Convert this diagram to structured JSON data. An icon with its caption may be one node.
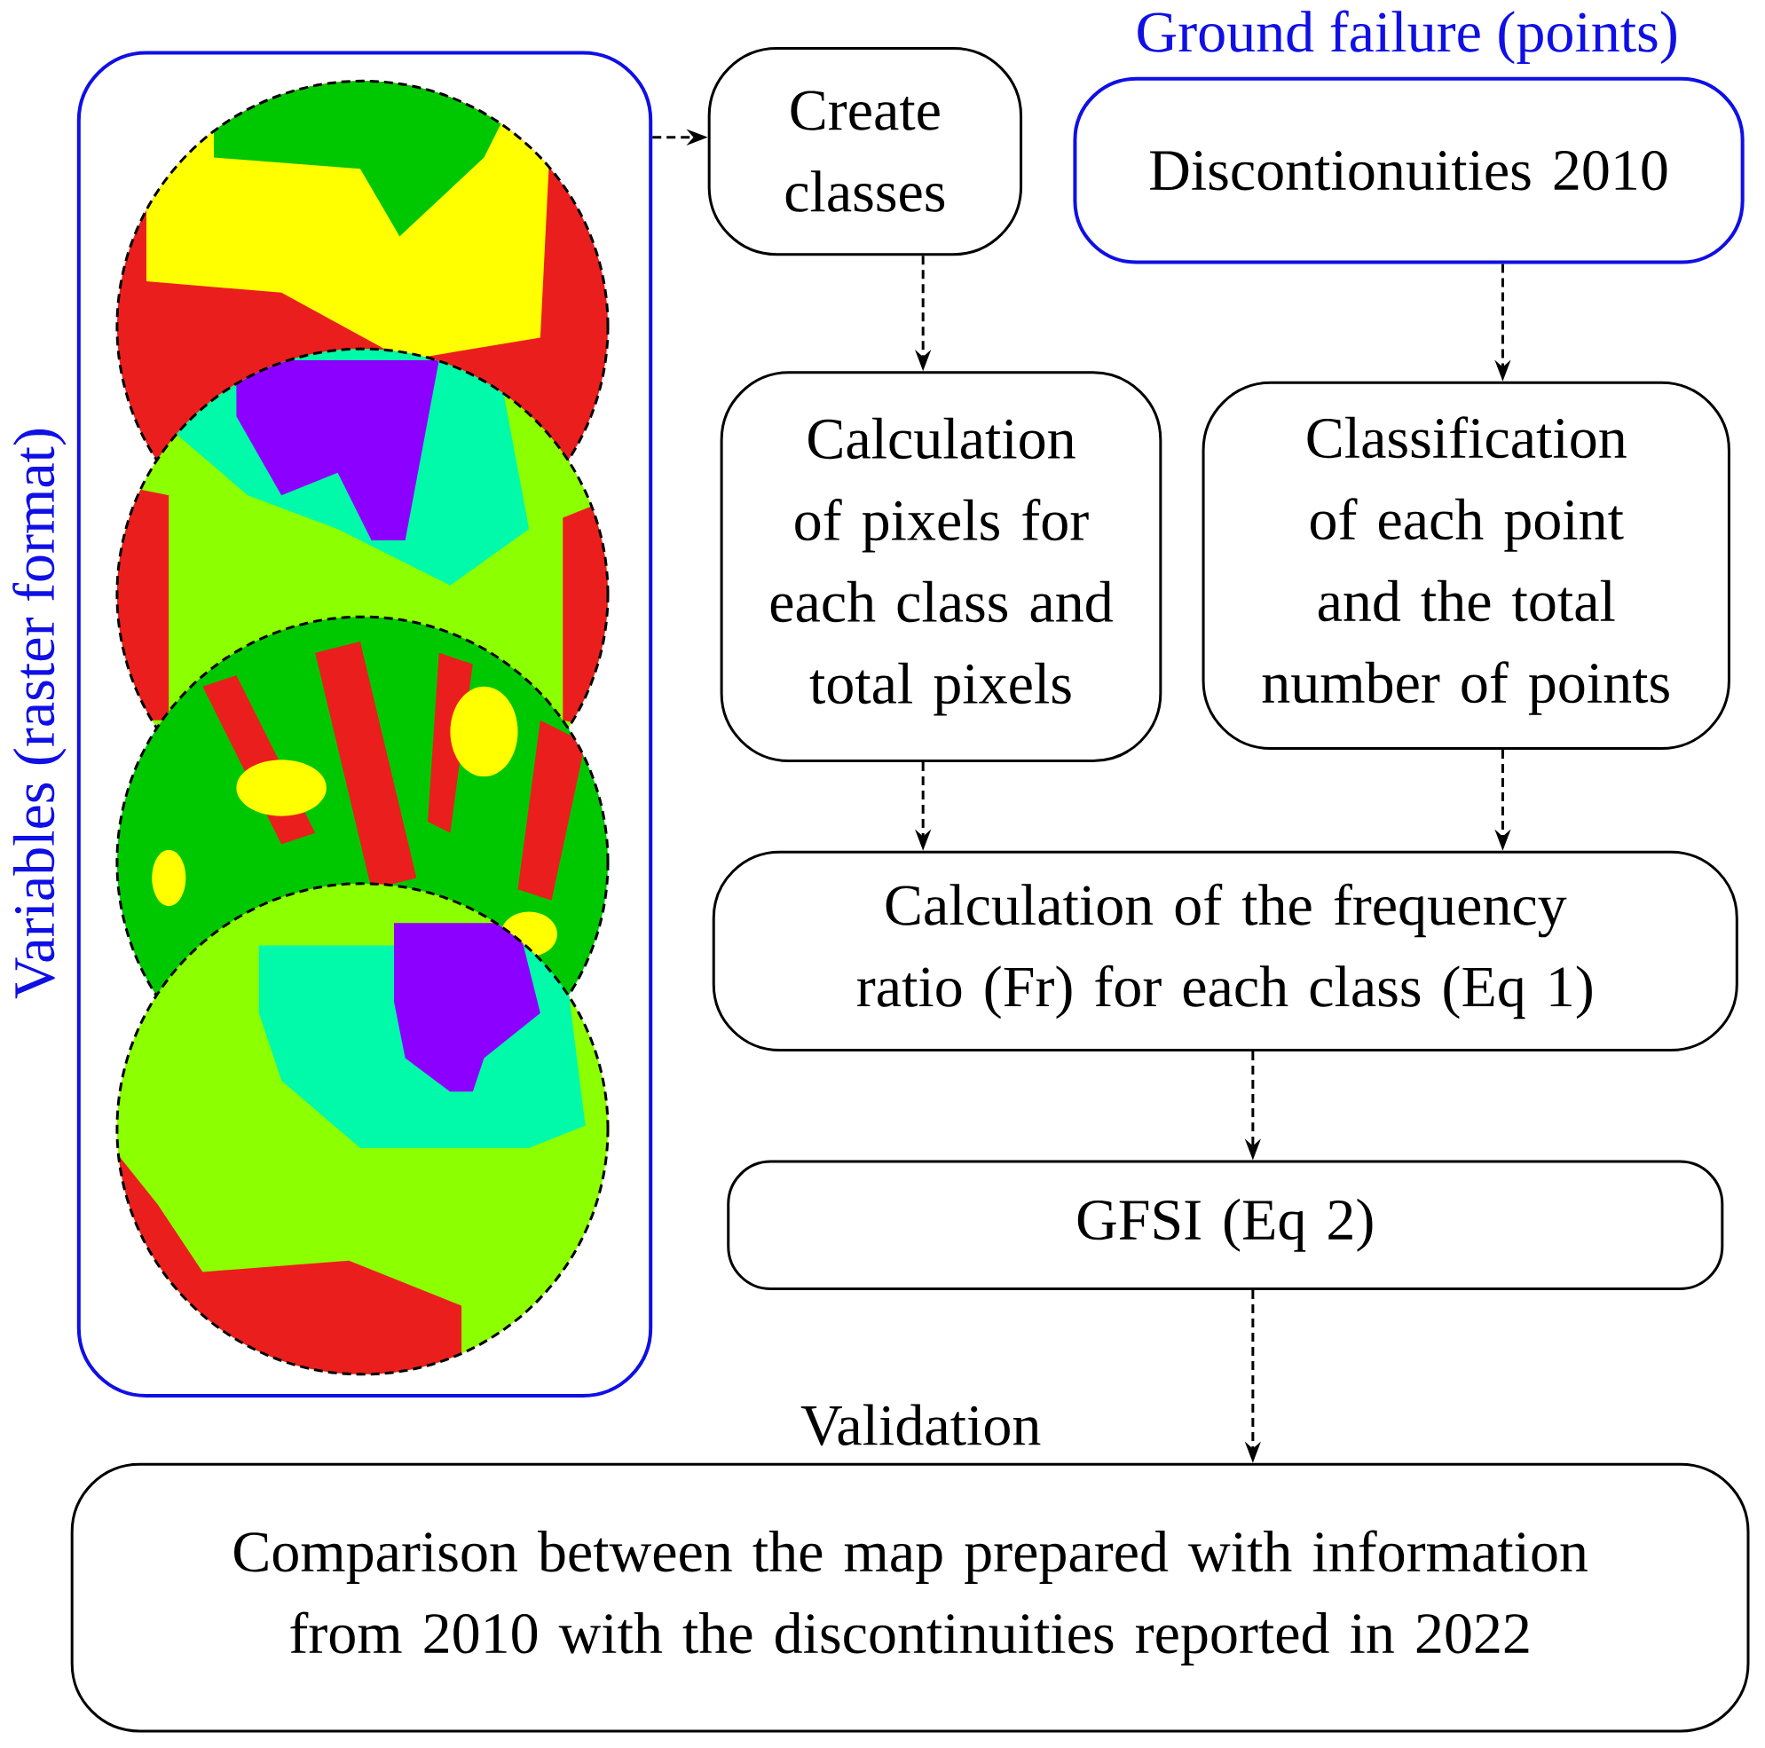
{
  "diagram": {
    "nodes": [
      {
        "text": [
          "Variables (raster format)"
        ]
      },
      {
        "text": [
          "Create classes"
        ]
      },
      {
        "text": [
          "Ground failure (points)",
          "Discontionuities 2010"
        ]
      },
      {
        "text": [
          "Calculation of pixels for each class and total pixels"
        ]
      },
      {
        "text": [
          "Classification of each point and the total number of points"
        ]
      },
      {
        "text": [
          "Calculation of the frequency ratio (Fr) for each class (Eq 1)"
        ]
      },
      {
        "text": [
          "GFSI (Eq 2)"
        ]
      },
      {
        "text": [
          "Comparison between the map prepared with information from 2010 with the discontinuities reported in 2022"
        ]
      }
    ],
    "edges": [
      {
        "from": 0,
        "to": 1,
        "arrow": "to",
        "style": "dashed"
      },
      {
        "from": 1,
        "to": 3,
        "arrow": "to",
        "style": "dashed"
      },
      {
        "from": 2,
        "to": 4,
        "arrow": "to",
        "style": "dashed"
      },
      {
        "from": 3,
        "to": 5,
        "arrow": "to",
        "style": "dashed"
      },
      {
        "from": 4,
        "to": 5,
        "arrow": "to",
        "style": "dashed"
      },
      {
        "from": 5,
        "to": 6,
        "arrow": "to",
        "style": "dashed"
      },
      {
        "from": 6,
        "to": 7,
        "arrow": "to",
        "style": "dashed"
      }
    ],
    "labels": [
      "Validation"
    ]
  }
}
